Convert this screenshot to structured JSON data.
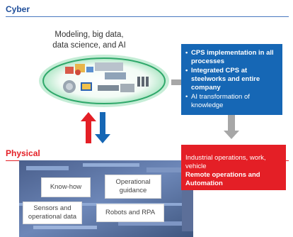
{
  "cyber": {
    "label": "Cyber",
    "caption_line1": "Modeling, big data,",
    "caption_line2": "data science, and AI"
  },
  "physical": {
    "label": "Physical"
  },
  "blue_box": {
    "items": [
      "CPS implementation in all processes",
      "Integrated CPS at steelworks and entire company",
      "AI transformation of knowledge"
    ]
  },
  "red_box": {
    "line1": "Industrial operations, work, vehicle",
    "line2": "Remote operations and Automation"
  },
  "physical_tags": {
    "knowhow": "Know-how",
    "guidance": "Operational guidance",
    "sensors": "Sensors and operational data",
    "robots": "Robots and RPA"
  },
  "colors": {
    "cyber_blue": "#1f4e9a",
    "box_blue": "#1667b5",
    "physical_red": "#e41f26",
    "connector_gray": "#a7a7a7",
    "cloud_green": "#2fa86a"
  },
  "icons": [
    "cyber-cloud-icon",
    "up-arrow-icon",
    "down-arrow-icon",
    "connector-arrow-icon"
  ]
}
